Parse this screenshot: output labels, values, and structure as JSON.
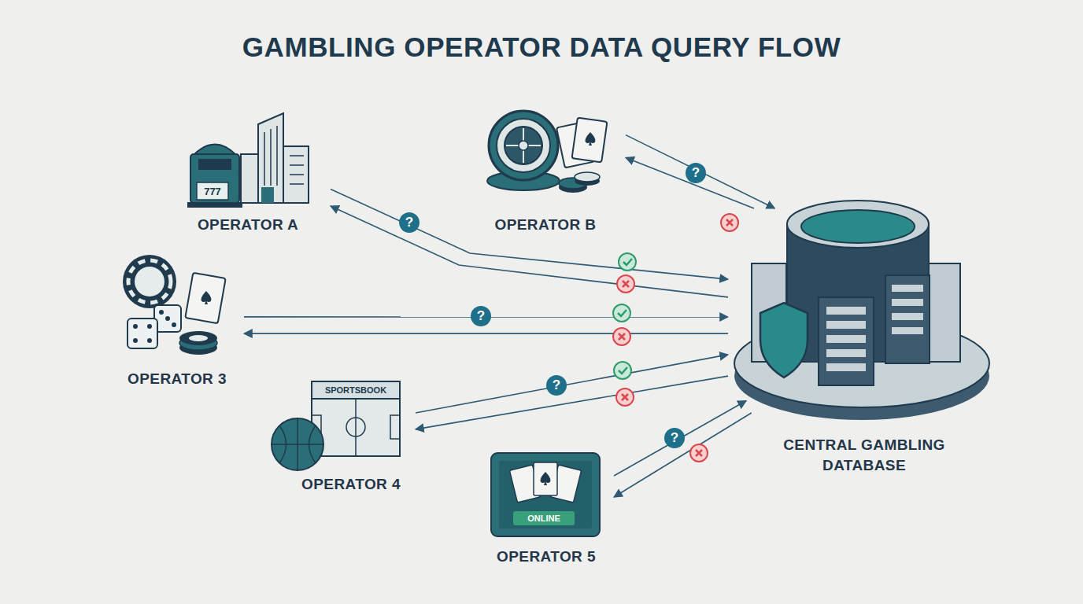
{
  "diagram": {
    "title": "GAMBLING OPERATOR DATA QUERY FLOW",
    "nodes": [
      {
        "text": [
          "OPERATOR A"
        ]
      },
      {
        "text": [
          "OPERATOR B"
        ]
      },
      {
        "text": [
          "OPERATOR 3"
        ]
      },
      {
        "text": [
          "OPERATOR 4"
        ]
      },
      {
        "text": [
          "OPERATOR 5"
        ]
      },
      {
        "text": [
          "CENTRAL GAMBLING DATABASE"
        ]
      }
    ],
    "edges": [
      {
        "from": 0,
        "to": 5,
        "label": "?",
        "arrow": "to"
      },
      {
        "from": 5,
        "to": 0,
        "arrow": "to"
      },
      {
        "from": 1,
        "to": 5,
        "label": "?",
        "arrow": "to"
      },
      {
        "from": 5,
        "to": 1,
        "arrow": "to"
      },
      {
        "from": 2,
        "to": 5,
        "label": "?",
        "arrow": "to"
      },
      {
        "from": 5,
        "to": 2,
        "arrow": "to"
      },
      {
        "from": 3,
        "to": 5,
        "label": "?",
        "arrow": "to"
      },
      {
        "from": 5,
        "to": 3,
        "arrow": "to"
      },
      {
        "from": 4,
        "to": 5,
        "label": "?",
        "arrow": "to"
      },
      {
        "from": 5,
        "to": 4,
        "arrow": "to"
      }
    ],
    "labels": [
      "777",
      "SPORTSBOOK",
      "ONLINE"
    ]
  }
}
